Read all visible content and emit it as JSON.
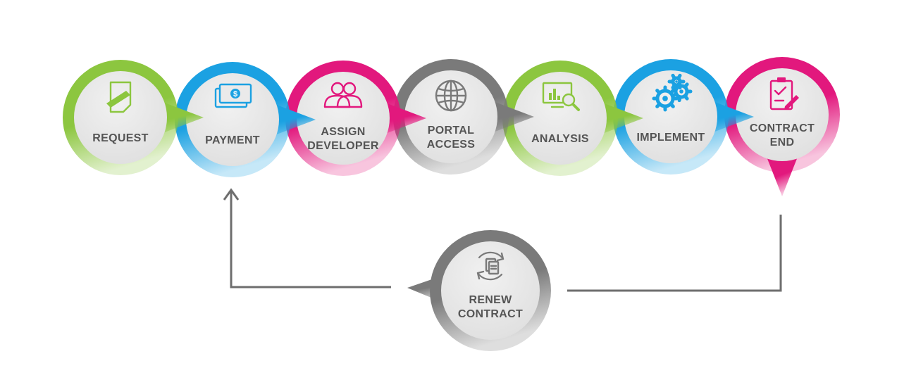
{
  "steps": [
    {
      "id": "request",
      "lines": [
        "REQUEST"
      ],
      "icon": "pencil-document-icon",
      "color": "#8cc63f"
    },
    {
      "id": "payment",
      "lines": [
        "PAYMENT"
      ],
      "icon": "banknote-icon",
      "color": "#1ba1e2"
    },
    {
      "id": "assign",
      "lines": [
        "ASSIGN",
        "DEVELOPER"
      ],
      "icon": "team-users-icon",
      "color": "#e2187d"
    },
    {
      "id": "portal",
      "lines": [
        "PORTAL",
        "ACCESS"
      ],
      "icon": "globe-icon",
      "color": "#7a7a7a"
    },
    {
      "id": "analysis",
      "lines": [
        "ANALYSIS"
      ],
      "icon": "monitor-chart-magnifier-icon",
      "color": "#8cc63f"
    },
    {
      "id": "implement",
      "lines": [
        "IMPLEMENT"
      ],
      "icon": "gears-icon",
      "color": "#1ba1e2"
    },
    {
      "id": "end",
      "lines": [
        "CONTRACT",
        "END"
      ],
      "icon": "clipboard-check-icon",
      "color": "#e2187d"
    }
  ],
  "renew": {
    "id": "renew",
    "lines": [
      "RENEW",
      "CONTRACT"
    ],
    "icon": "refresh-document-icon",
    "color": "#7a7a7a"
  },
  "connectors": {
    "line_color": "#6e6e6e"
  }
}
